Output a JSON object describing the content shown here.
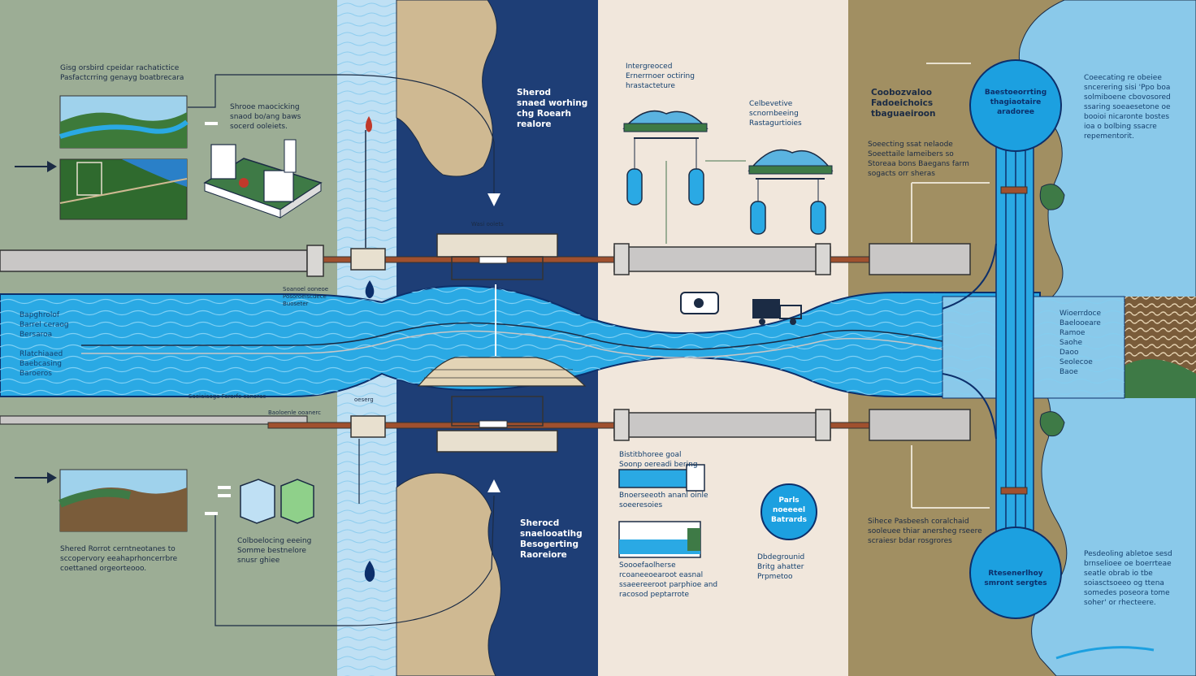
{
  "labels": {
    "top_left_heading": "Gisg orsbird cpeidar rachatictice\nPasfactcrring genayg boatbrecara",
    "top_left_side": "Shrooe maocicking\nsnaod bo/ang baws\nsocerd ooleiets.",
    "sea_top": "Sherod\nsnaed worhing\nchg Roearh\nrealore",
    "bridge_top": "Wasi oolets",
    "top_middle_heading": "Intergreoced\nErnerrnoer octiring\nhrastacteture",
    "collab_top": "Celbevetive\nscnornbeeing\nRastagurtioies",
    "cooperation_heading": "Coobozvaloo\nFadoeichoics\ntbaguaeiroon",
    "cooperation_text": "Soeecting ssat nelaode\nSoeettaile lameibers so\nStoreaa bons Baegans farm\nsogacts orr sheras",
    "top_circle": "Baestoeorrting\nthagiaotaire\naradoree",
    "right_top_text": "Coeecating re obeiee\nsncerering sisi 'Ppo boa\nsolmiboene cbovosored\nssaring soeaesetone oe\nbooioi nicaronte bostes\nioa o bolbing ssacre\nrepementorit.",
    "mid_small_1": "Soanoel ooneoe\nPosoroelscdece\nBuoseter",
    "left_river_1": "Bapghrolof\nBarrel ceraog\nBersaroa",
    "left_river_2": "Rlatchiaaed\nBaebcasing\nBaroeros",
    "right_river_labels": "Wioerrdoce\nBaelooeare\nRamoe\nSaohe\nDaoo\nSeolecoe\nBaoe",
    "river_bottom_caption": "Saeiaiaaga Ferorfo sanorac",
    "mid_small_2": "Baoloenle ooanerc",
    "pipe_caption": "oeserg",
    "sea_bottom": "Sherocd\nsnaelooatihg\nBesogerting\nRaoreiore",
    "bottom_mid_text_1": "Bistitbhoree goal\nSoonp oereadi bering",
    "bottom_mid_text_2": "Bnoerseeoth ananl oinle\nsoeeresoies",
    "bottom_circle_small": "Parls\nnoeeeel\nBatrards",
    "bottom_mid_text_3": "Soooefaolherse\nrcoaneeoearoot easnal\nssaeereeroot parphioe and\nracosod peptarrote",
    "bottom_mid_text_4": "Dbdegrounid\nBritg ahatter\nPrpmetoo",
    "bottom_left_heading": "Shered Rorrot cerntneotanes to\nsccopervory eeahaprhoncerrbre\ncoettaned orgeorteooo.",
    "bottom_left_middle": "Colboelocing eeeing\nSomme bestnelore\nsnusr ghiee",
    "bottom_right_text": "Sihece Pasbeesh coralchaid\nsooleuee thiar anersheg rseere\nscraiesr bdar rosgrores",
    "bottom_circle": "Rtesenerlhoy\nsmront sergtes",
    "right_bottom_text": "Pesdeoling abletoe sesd\nbrnselioee oe boerrteae\nseatle obrab io tbe\nsoiasctsoeeo og ttena\nsomedes poseora tome\nsoher' or rhecteere.",
    "left_arrow_top": "",
    "left_arrow_bottom": ""
  },
  "colors": {
    "left_panel": "#9cad95",
    "water_light": "#bfe0f4",
    "sea_navy": "#1e3e76",
    "land_tan": "#cfb992",
    "cream_panel": "#f1e7dc",
    "olive_panel": "#a18f62",
    "river_blue": "#2aa9e4",
    "pipe_gray": "#c9c7c6",
    "pipe_copper": "#a0502e",
    "circle_blue": "#1ca0e0",
    "dark_navy": "#0c2f6b"
  },
  "icons": [
    "arrow-right-icon",
    "water-drop-icon",
    "building-icon",
    "lab-tube-icon",
    "mountain-icon",
    "truck-icon",
    "device-icon",
    "filter-unit-icon"
  ]
}
